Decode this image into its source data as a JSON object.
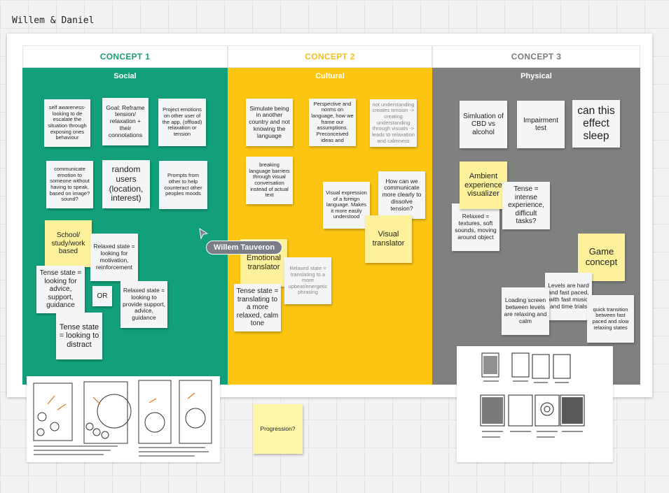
{
  "board": {
    "title": "Willem & Daniel"
  },
  "columns": [
    {
      "title": "CONCEPT 1",
      "subtitle": "Social",
      "title_color": "#1a9e73",
      "bg": "#12a07a"
    },
    {
      "title": "CONCEPT 2",
      "subtitle": "Cultural",
      "title_color": "#f2bf1a",
      "bg": "#fbc512"
    },
    {
      "title": "CONCEPT 3",
      "subtitle": "Physical",
      "title_color": "#7b7b7b",
      "bg": "#808080"
    }
  ],
  "notes": {
    "c1_self_awareness": "self awareness- looking to de escalate the situation through exposing ones behaviour",
    "c1_goal_reframe": "Goal: Reframe tension/ relaxation + their connotations",
    "c1_project_emotions": "Project emotions on other user of the app, (offload) relaxation or tension",
    "c1_communicate_emotion": "communicate emotion to someone without having to speak, based on image? sound?",
    "c1_random_users": "random users (location, interest)",
    "c1_prompts": "Prompts from other to help counteract other peoples moods",
    "c1_school": "School/ study/work based",
    "c1_relaxed_motivation": "Relaxed state = looking for motivation, reinforcement",
    "c1_tense_advice": "Tense state = looking for advice, support, guidance",
    "c1_or": "OR",
    "c1_relaxed_provide": "Relaxed state = looking to provide support, advice, guidance",
    "c1_tense_distract": "Tense state = looking to distract",
    "c2_simulate": "Simulate being in another country and not knowing the language",
    "c2_perspective": "Perspective and norms on language, how we frame our assumptions. Preconceived ideas and",
    "c2_not_understanding": "not understanding creates tension -> creating understanding through visuals -> leads to relaxation and calmness",
    "c2_breaking_barriers": "breaking language barriers through visual conversation instead of actual text",
    "c2_visual_expression": "Visual expression of a foreign language. Makes it more easily understood",
    "c2_how_communicate": "How can we communicate more clearly to dissolve tension?",
    "c2_visual_translator": "Visual translator",
    "c2_emotional_translator": "Emotional translator",
    "c2_relaxed_upbeat": "Relaxed state = translating to a more upbeat/energetic phrasing",
    "c2_tense_calm": "Tense state = translating to a more relaxed, calm tone",
    "c3_cbd": "Simluation of CBD vs alcohol",
    "c3_impairment": "Impairment test",
    "c3_sleep": "can this effect sleep",
    "c3_ambient": "Ambient experience visualizer",
    "c3_tense_intense": "Tense = intense experience, difficult tasks?",
    "c3_relaxed_textures": "Relaxed = textures, soft sounds, moving around object",
    "c3_game_concept": "Game concept",
    "c3_levels": "Levels are hard and fast paced, with fast music and time trials",
    "c3_loading_screen": "Loading screen between levels are relaxing and calm",
    "c3_quick_transition": "quick transition between fast paced and slow relaxing states",
    "progression": "Progression?"
  },
  "cursor": {
    "user": "Willem Tauveron"
  }
}
